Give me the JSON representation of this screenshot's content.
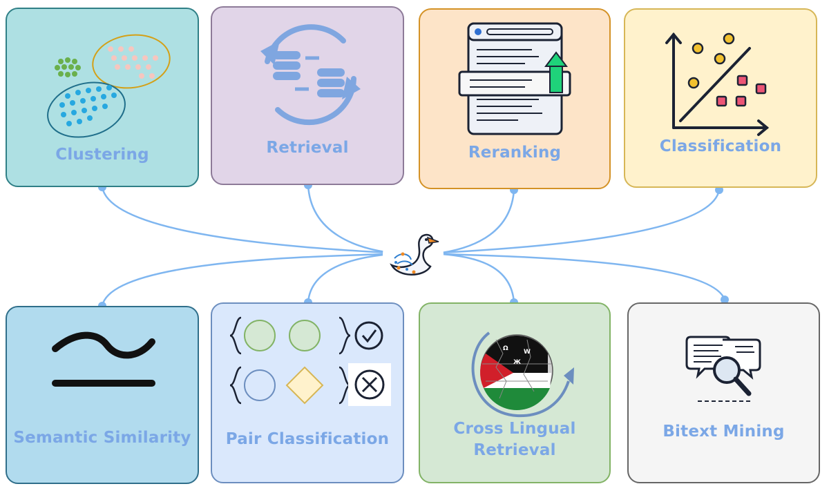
{
  "hub": {
    "logo": "swan-icon"
  },
  "tasks_top": [
    {
      "id": "clustering",
      "label": "Clustering",
      "icon": "clustering-icon",
      "bg": "#aee0e3",
      "border": "#2f7f86"
    },
    {
      "id": "retrieval",
      "label": "Retrieval",
      "icon": "database-sync-icon",
      "bg": "#e1d5e8",
      "border": "#8d7a98"
    },
    {
      "id": "reranking",
      "label": "Reranking",
      "icon": "ranked-document-icon",
      "bg": "#fde4c8",
      "border": "#d49226"
    },
    {
      "id": "classification",
      "label": "Classification",
      "icon": "scatter-plot-icon",
      "bg": "#fff2cc",
      "border": "#d6b656"
    }
  ],
  "tasks_bottom": [
    {
      "id": "semantic-similarity",
      "label": "Semantic Similarity",
      "icon": "approx-equal-icon",
      "bg": "#b1dbee",
      "border": "#2f6e8a"
    },
    {
      "id": "pair-classification",
      "label": "Pair Classification",
      "icon": "pair-compare-icon",
      "bg": "#dae8fc",
      "border": "#6c8ebf"
    },
    {
      "id": "cross-lingual-retrieval",
      "label": "Cross Lingual Retrieval",
      "label_lines": [
        "Cross Lingual",
        "Retrieval"
      ],
      "icon": "wikipedia-globe-icon",
      "bg": "#d5e8d4",
      "border": "#82b366"
    },
    {
      "id": "bitext-mining",
      "label": "Bitext Mining",
      "icon": "speech-search-icon",
      "bg": "#f5f5f5",
      "border": "#666666"
    }
  ],
  "colors": {
    "connector": "#7fb6f0",
    "label": "#7ba7e6"
  }
}
